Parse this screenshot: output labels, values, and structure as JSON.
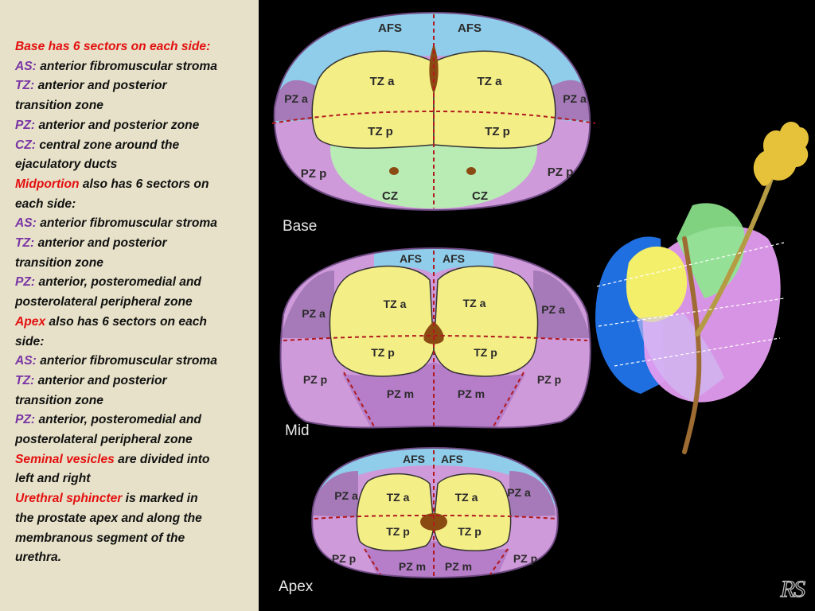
{
  "text_panel": {
    "lines": [
      [
        {
          "t": "Base has 6 sectors on each side:",
          "c": "red"
        }
      ],
      [
        {
          "t": "AS:",
          "c": "purple"
        },
        {
          "t": " anterior fibromuscular stroma",
          "c": "black"
        }
      ],
      [
        {
          "t": "TZ:",
          "c": "purple"
        },
        {
          "t": " anterior and posterior",
          "c": "black"
        }
      ],
      [
        {
          "t": "transition zone",
          "c": "black"
        }
      ],
      [
        {
          "t": "PZ:",
          "c": "purple"
        },
        {
          "t": " anterior and posterior zone",
          "c": "black"
        }
      ],
      [
        {
          "t": "CZ:",
          "c": "purple"
        },
        {
          "t": " central zone around the",
          "c": "black"
        }
      ],
      [
        {
          "t": "ejaculatory ducts",
          "c": "black"
        }
      ],
      [
        {
          "t": "Midportion",
          "c": "red"
        },
        {
          "t": " also has 6 sectors on",
          "c": "black"
        }
      ],
      [
        {
          "t": "each side:",
          "c": "black"
        }
      ],
      [
        {
          "t": "AS:",
          "c": "purple"
        },
        {
          "t": " anterior fibromuscular stroma",
          "c": "black"
        }
      ],
      [
        {
          "t": "TZ:",
          "c": "purple"
        },
        {
          "t": " anterior and posterior",
          "c": "black"
        }
      ],
      [
        {
          "t": "transition zone",
          "c": "black"
        }
      ],
      [
        {
          "t": "PZ:",
          "c": "purple"
        },
        {
          "t": " anterior, posteromedial and",
          "c": "black"
        }
      ],
      [
        {
          "t": "posterolateral peripheral zone",
          "c": "black"
        }
      ],
      [
        {
          "t": "Apex",
          "c": "red"
        },
        {
          "t": " also has 6 sectors on each",
          "c": "black"
        }
      ],
      [
        {
          "t": "side:",
          "c": "black"
        }
      ],
      [
        {
          "t": "AS:",
          "c": "purple"
        },
        {
          "t": " anterior fibromuscular stroma",
          "c": "black"
        }
      ],
      [
        {
          "t": "TZ:",
          "c": "purple"
        },
        {
          "t": " anterior and posterior",
          "c": "black"
        }
      ],
      [
        {
          "t": "transition zone",
          "c": "black"
        }
      ],
      [
        {
          "t": "PZ:",
          "c": "purple"
        },
        {
          "t": " anterior, posteromedial and",
          "c": "black"
        }
      ],
      [
        {
          "t": "posterolateral peripheral zone",
          "c": "black"
        }
      ],
      [
        {
          "t": "Seminal vesicles",
          "c": "red"
        },
        {
          "t": " are divided into",
          "c": "black"
        }
      ],
      [
        {
          "t": "left and right",
          "c": "black"
        }
      ],
      [
        {
          "t": "Urethral sphincter",
          "c": "red"
        },
        {
          "t": " is marked in",
          "c": "black"
        }
      ],
      [
        {
          "t": "the prostate apex and along the",
          "c": "black"
        }
      ],
      [
        {
          "t": "membranous segment of the",
          "c": "black"
        }
      ],
      [
        {
          "t": "urethra.",
          "c": "black"
        }
      ]
    ]
  },
  "diagram": {
    "base": {
      "title": "Base",
      "labels": {
        "afs_left": "AFS",
        "afs_right": "AFS",
        "pza_left": "PZ a",
        "pza_right": "PZ a",
        "tza_left": "TZ a",
        "tza_right": "TZ a",
        "tzp_left": "TZ p",
        "tzp_right": "TZ p",
        "pzp_left": "PZ p",
        "pzp_right": "PZ p",
        "cz_left": "CZ",
        "cz_right": "CZ"
      }
    },
    "mid": {
      "title": "Mid",
      "labels": {
        "afs_left": "AFS",
        "afs_right": "AFS",
        "pza_left": "PZ a",
        "pza_right": "PZ a",
        "tza_left": "TZ a",
        "tza_right": "TZ a",
        "tzp_left": "TZ p",
        "tzp_right": "TZ p",
        "pzp_left": "PZ p",
        "pzp_right": "PZ p",
        "pzm_left": "PZ m",
        "pzm_right": "PZ m"
      }
    },
    "apex": {
      "title": "Apex",
      "labels": {
        "afs_left": "AFS",
        "afs_right": "AFS",
        "pza_left": "PZ a",
        "pza_right": "PZ a",
        "tza_left": "TZ a",
        "tza_right": "TZ a",
        "tzp_left": "TZ p",
        "tzp_right": "TZ p",
        "pzp_left": "PZ p",
        "pzp_right": "PZ p",
        "pzm_left": "PZ m",
        "pzm_right": "PZ m"
      }
    }
  },
  "signature": "RS",
  "colors": {
    "panel_background": "#e6e1c8",
    "heading_red": "#e41010",
    "abbrev_purple": "#7a34a6",
    "afs_blue": "#8fcdea",
    "pz_purple": "#cf9ad9",
    "tz_yellow": "#f4ee87",
    "cz_green": "#b9ecb5",
    "dashed_red": "#b0191e",
    "urethra_brown": "#8b4a12"
  }
}
